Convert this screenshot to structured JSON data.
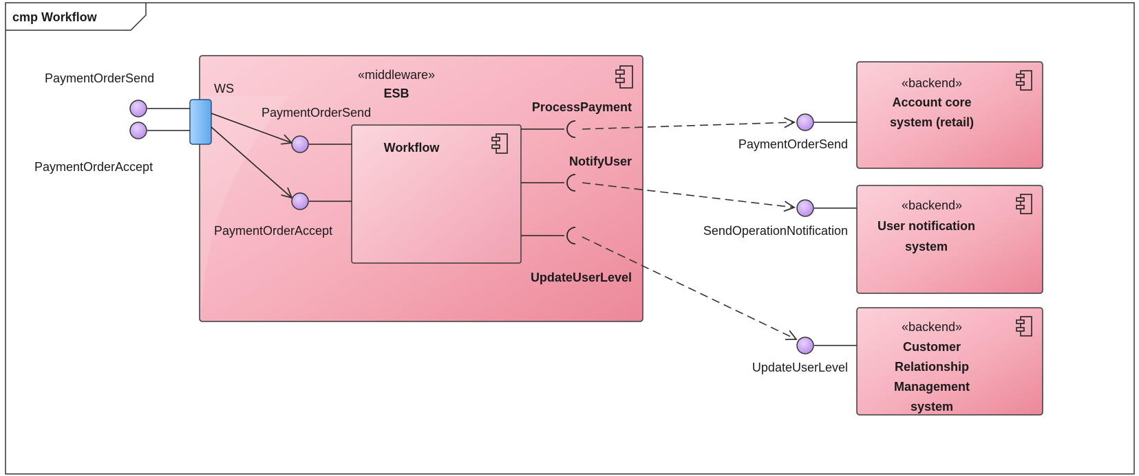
{
  "frame": {
    "title": "cmp Workflow"
  },
  "esb": {
    "stereotype": "«middleware»",
    "name": "ESB"
  },
  "workflow": {
    "name": "Workflow"
  },
  "ws_port": {
    "label": "WS"
  },
  "external_interfaces": {
    "send": "PaymentOrderSend",
    "accept": "PaymentOrderAccept"
  },
  "internal_interfaces": {
    "send": "PaymentOrderSend",
    "accept": "PaymentOrderAccept"
  },
  "required_interfaces": {
    "process": "ProcessPayment",
    "notify": "NotifyUser",
    "update": "UpdateUserLevel"
  },
  "backends": [
    {
      "stereotype": "«backend»",
      "name_lines": [
        "Account core",
        "system (retail)"
      ],
      "interface": "PaymentOrderSend"
    },
    {
      "stereotype": "«backend»",
      "name_lines": [
        "User notification",
        "system"
      ],
      "interface": "SendOperationNotification"
    },
    {
      "stereotype": "«backend»",
      "name_lines": [
        "Customer",
        "Relationship",
        "Management",
        "system"
      ],
      "interface": "UpdateUserLevel"
    }
  ],
  "colors": {
    "component_fill": "#f7b3bf",
    "component_fill_dark": "#ee8e9f",
    "component_border": "#404040",
    "interface_fill": "#c9a0f0",
    "port_fill": "#7ab8f2"
  },
  "icons": {
    "component": "component-icon",
    "interface": "lollipop-interface",
    "socket": "socket-interface"
  }
}
